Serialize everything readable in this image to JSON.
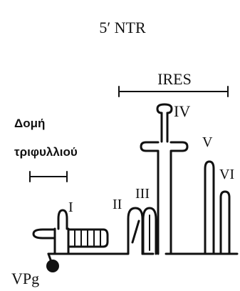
{
  "title": "5′ NTR",
  "ires_label": "IRES",
  "cloverleaf_label_line1": "Δομή",
  "cloverleaf_label_line2": "τριφυλλιού",
  "domains": {
    "d1": "I",
    "d2": "II",
    "d3": "III",
    "d4": "IV",
    "d5": "V",
    "d6": "VI"
  },
  "vpg_label": "VPg",
  "colors": {
    "ink": "#111111",
    "background": "#ffffff"
  }
}
